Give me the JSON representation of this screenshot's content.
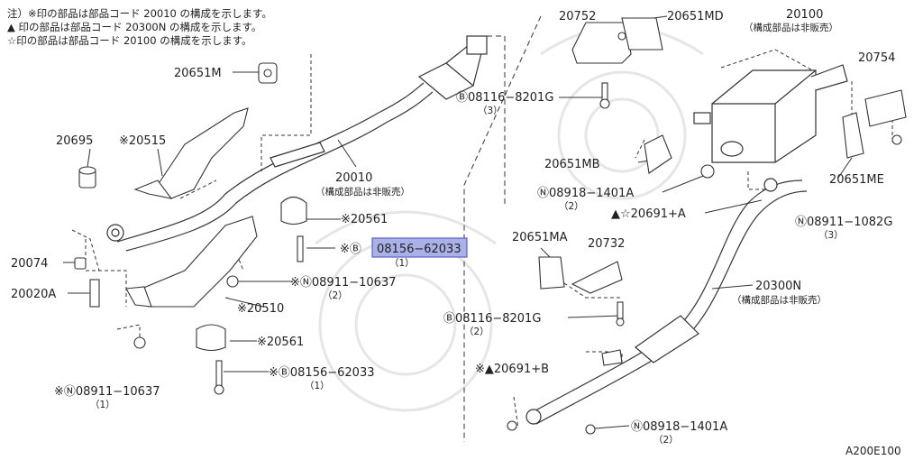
{
  "notes": [
    "注）※印の部品は部品コード 20010 の構成を示します。",
    "▲ 印の部品は部品コード 20300N の構成を示します。",
    "☆印の部品は部品コード 20100 の構成を示します。"
  ],
  "labels": {
    "p20752": "20752",
    "p20651MD": "20651MD",
    "p20100": "20100",
    "p20100_sub": "（構成部品は非販売）",
    "p20754": "20754",
    "p20651M": "20651M",
    "p08116_top": "Ⓑ08116−8201G",
    "p08116_top_qty": "（3）",
    "p20695": "20695",
    "p20515": "※20515",
    "p20010": "20010",
    "p20010_sub": "（構成部品は非販売）",
    "p20651MB": "20651MB",
    "p08918_top": "Ⓝ08918−1401A",
    "p08918_top_qty": "（2）",
    "p20651ME": "20651ME",
    "p20691A": "▲☆20691+A",
    "p08911_1082": "Ⓝ08911−1082G",
    "p08911_1082_qty": "（3）",
    "p20561_top": "※20561",
    "p08156_hl_prefix": "※Ⓑ",
    "p08156_hl": "08156−62033",
    "p08156_hl_qty": "（1）",
    "p20651MA": "20651MA",
    "p20732": "20732",
    "p20074": "20074",
    "p08911_10637_mid": "※Ⓝ08911−10637",
    "p08911_10637_mid_qty": "（2）",
    "p20020A": "20020A",
    "p20300N": "20300N",
    "p20300N_sub": "（構成部品は非販売）",
    "p20510": "※20510",
    "p08116_mid": "Ⓑ08116−8201G",
    "p08116_mid_qty": "（2）",
    "p20561_bot": "※20561",
    "p08156_bot": "※Ⓑ08156−62033",
    "p08156_bot_qty": "（1）",
    "p20691B": "※▲20691+B",
    "p08911_10637_bot": "※Ⓝ08911−10637",
    "p08911_10637_bot_qty": "（1）",
    "p08918_bot": "Ⓝ08918−1401A",
    "p08918_bot_qty": "（2）"
  },
  "drawing_code": "A200E100",
  "colors": {
    "line": "#333333",
    "highlight": "#aab0e8",
    "highlight_border": "#5a62c8",
    "watermark": "#e6e6e6"
  }
}
